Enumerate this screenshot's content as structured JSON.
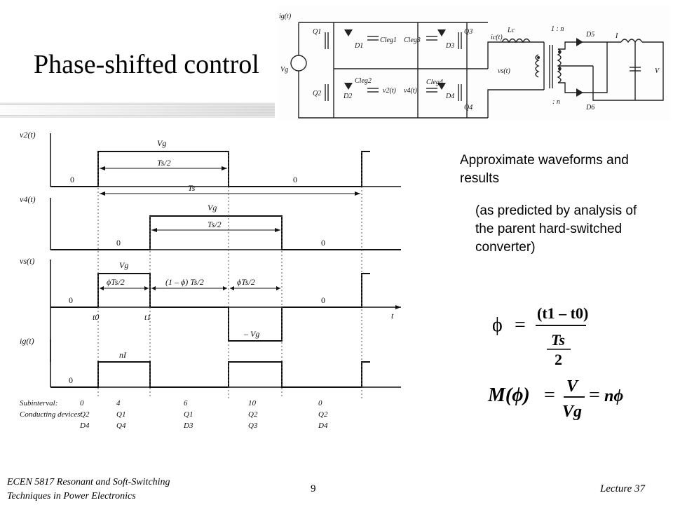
{
  "slide": {
    "title": "Phase-shifted control",
    "description": "Approximate waveforms and results",
    "note": "(as predicted by analysis of the parent  hard-switched converter)",
    "footer": {
      "line1": "ECEN 5817  Resonant and Soft-Switching",
      "line2": "Techniques in Power Electronics"
    },
    "page_number": "9",
    "lecture": "Lecture 37"
  },
  "waveforms": {
    "labels": {
      "v2": "v2(t)",
      "v4": "v4(t)",
      "vs": "vs(t)",
      "ig": "ig(t)",
      "t": "t"
    },
    "values": {
      "vg": "Vg",
      "neg_vg": "– Vg",
      "zero": "0",
      "ts_half": "Ts/2",
      "ts": "Ts",
      "phi_ts_half": "ϕTs/2",
      "one_minus_phi": "(1 – ϕ) Ts/2",
      "ni": "nI",
      "t0": "t0",
      "t1": "t1"
    },
    "table": {
      "subinterval_label": "Subinterval:",
      "conducting_label": "Conducting devices:",
      "subintervals": [
        "0",
        "4",
        "6",
        "10",
        "0"
      ],
      "devices_top": [
        "Q2",
        "Q1",
        "Q1",
        "Q2",
        "Q2"
      ],
      "devices_bottom": [
        "D4",
        "Q4",
        "D3",
        "Q3",
        "D4"
      ]
    }
  },
  "circuit": {
    "labels": {
      "ig": "ig(t)",
      "vg": "Vg",
      "q1": "Q1",
      "q2": "Q2",
      "q3": "Q3",
      "q4": "Q4",
      "d1": "D1",
      "d2": "D2",
      "d3": "D3",
      "d4": "D4",
      "d5": "D5",
      "d6": "D6",
      "cleg1": "Cleg1",
      "cleg2": "Cleg2",
      "cleg3": "Cleg3",
      "cleg4": "Cleg4",
      "v2": "v2(t)",
      "v4": "v4(t)",
      "ic": "ic(t)",
      "lc": "Lc",
      "vs": "vs(t)",
      "ratio": "1 : n",
      "ratio2": ": n",
      "i": "I",
      "v": "V"
    }
  },
  "equations": {
    "phi": {
      "lhs": "ϕ",
      "num": "(t1 – t0)",
      "den_top": "Ts",
      "den_bottom": "2"
    },
    "m": {
      "lhs": "M(ϕ)",
      "frac_top": "V",
      "frac_bottom": "Vg",
      "rhs": "nϕ"
    }
  }
}
